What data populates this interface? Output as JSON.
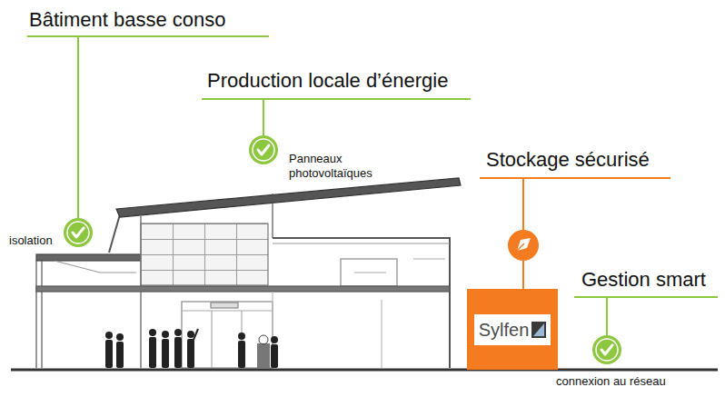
{
  "diagram": {
    "nodes": [
      {
        "text": [
          "Sylfen"
        ]
      }
    ],
    "labels": [
      "Bâtiment basse conso",
      "isolation",
      "Production locale d’énergie",
      "Panneaux photovoltaïques",
      "Stockage sécurisé",
      "Gestion smart",
      "connexion au réseau"
    ]
  }
}
